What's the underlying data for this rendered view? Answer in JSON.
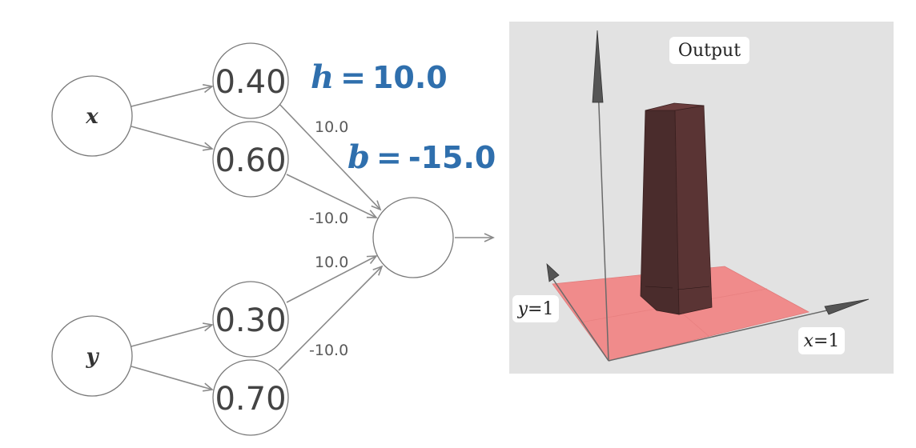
{
  "network": {
    "inputs": [
      {
        "id": "x",
        "label": "x"
      },
      {
        "id": "y",
        "label": "y"
      }
    ],
    "hidden_nodes": [
      {
        "id": "x1",
        "value": "0.40"
      },
      {
        "id": "x2",
        "value": "0.60"
      },
      {
        "id": "y1",
        "value": "0.30"
      },
      {
        "id": "y2",
        "value": "0.70"
      }
    ],
    "edge_weights": {
      "x1_out": "10.0",
      "x2_out": "-10.0",
      "y1_out": "10.0",
      "y2_out": "-10.0"
    },
    "params": {
      "h": {
        "name": "h",
        "value": "10.0"
      },
      "b": {
        "name": "b",
        "value": "-15.0"
      }
    }
  },
  "plot": {
    "title": "Output",
    "x_axis": {
      "var": "x",
      "value": "1"
    },
    "y_axis": {
      "var": "y",
      "value": "1"
    },
    "colors": {
      "background": "#e2e2e2",
      "plane": "#f08b8b",
      "pillar": "#4a2c2c"
    }
  }
}
